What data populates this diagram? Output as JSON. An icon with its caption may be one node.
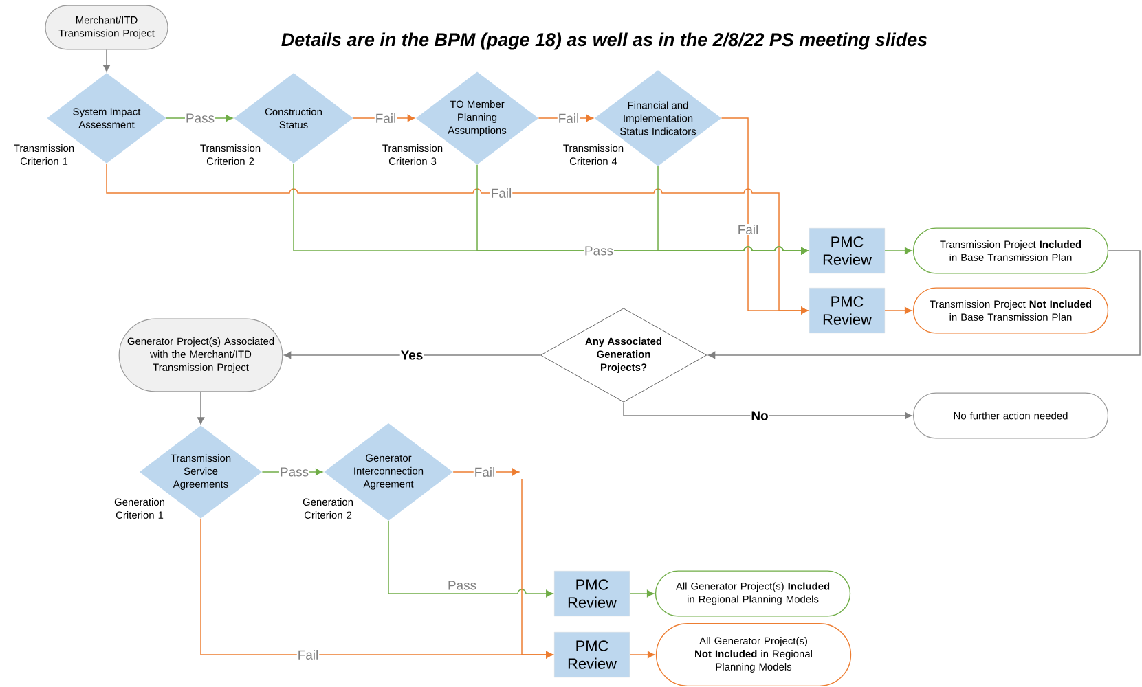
{
  "diagram": {
    "title": "Details are in the BPM (page 18) as well as in the 2/8/22 PS meeting slides",
    "nodes": [
      {
        "text": [
          "Merchant/ITD Transmission Project"
        ]
      },
      {
        "text": [
          "System Impact Assessment"
        ],
        "beside": [
          "Transmission Criterion 1"
        ]
      },
      {
        "text": [
          "Construction Status"
        ],
        "beside": [
          "Transmission Criterion 2"
        ]
      },
      {
        "text": [
          "TO Member Planning Assumptions"
        ],
        "beside": [
          "Transmission Criterion 3"
        ]
      },
      {
        "text": [
          "Financial and Implementation Status Indicators"
        ],
        "beside": [
          "Transmission Criterion 4"
        ]
      },
      {
        "text": [
          "PMC Review"
        ]
      },
      {
        "text": [
          "Transmission Project **Included** in Base Transmission Plan"
        ]
      },
      {
        "text": [
          "PMC Review"
        ]
      },
      {
        "text": [
          "Transmission Project **Not Included** in Base Transmission Plan"
        ]
      },
      {
        "text": [
          "Any Associated Generation Projects?"
        ]
      },
      {
        "text": [
          "Generator Project(s) Associated with the Merchant/ITD Transmission Project"
        ]
      },
      {
        "text": [
          "No further action needed"
        ]
      },
      {
        "text": [
          "Transmission Service Agreements"
        ],
        "beside": [
          "Generation Criterion 1"
        ]
      },
      {
        "text": [
          "Generator Interconnection Agreement"
        ],
        "beside": [
          "Generation Criterion 2"
        ]
      },
      {
        "text": [
          "PMC Review"
        ]
      },
      {
        "text": [
          "All Generator Project(s) **Included** in Regional Planning Models"
        ]
      },
      {
        "text": [
          "PMC Review"
        ]
      },
      {
        "text": [
          "All Generator Project(s) **Not Included** in Regional Planning Models"
        ]
      }
    ],
    "edges": [
      {
        "from": 0,
        "to": 1,
        "arrow": "to",
        "color": "#808080"
      },
      {
        "from": 1,
        "to": 2,
        "arrow": "to",
        "label": "Pass",
        "color": "#70ad47"
      },
      {
        "from": 2,
        "to": 3,
        "arrow": "to",
        "label": "Fail",
        "color": "#ed7d31"
      },
      {
        "from": 3,
        "to": 4,
        "arrow": "to",
        "label": "Fail",
        "color": "#ed7d31"
      },
      {
        "from": 1,
        "to": 7,
        "arrow": "to",
        "label": "Fail",
        "color": "#ed7d31"
      },
      {
        "from": 4,
        "to": 7,
        "arrow": "to",
        "label": "Fail",
        "color": "#ed7d31"
      },
      {
        "from": 2,
        "to": 5,
        "arrow": "to",
        "label": "Pass",
        "color": "#70ad47"
      },
      {
        "from": 3,
        "to": 5,
        "arrow": "to",
        "color": "#70ad47"
      },
      {
        "from": 4,
        "to": 5,
        "arrow": "to",
        "color": "#70ad47"
      },
      {
        "from": 5,
        "to": 6,
        "arrow": "to",
        "color": "#70ad47"
      },
      {
        "from": 7,
        "to": 8,
        "arrow": "to",
        "color": "#ed7d31"
      },
      {
        "from": 6,
        "to": 9,
        "arrow": "to",
        "color": "#808080"
      },
      {
        "from": 9,
        "to": 10,
        "arrow": "to",
        "label": "Yes",
        "color": "#808080"
      },
      {
        "from": 9,
        "to": 11,
        "arrow": "to",
        "label": "No",
        "color": "#808080"
      },
      {
        "from": 10,
        "to": 12,
        "arrow": "to",
        "color": "#808080"
      },
      {
        "from": 12,
        "to": 13,
        "arrow": "to",
        "label": "Pass",
        "color": "#70ad47"
      },
      {
        "from": 13,
        "to": null,
        "arrow": "to",
        "label": "Fail",
        "color": "#ed7d31"
      },
      {
        "from": 13,
        "to": 14,
        "arrow": "to",
        "label": "Pass",
        "color": "#70ad47"
      },
      {
        "from": 12,
        "to": 16,
        "arrow": "to",
        "label": "Fail",
        "color": "#ed7d31"
      },
      {
        "from": 14,
        "to": 15,
        "arrow": "to",
        "color": "#70ad47"
      },
      {
        "from": 16,
        "to": 17,
        "arrow": "to",
        "color": "#ed7d31"
      },
      {
        "from": null,
        "to": 16,
        "arrow": "to",
        "color": "#ed7d31"
      }
    ]
  }
}
